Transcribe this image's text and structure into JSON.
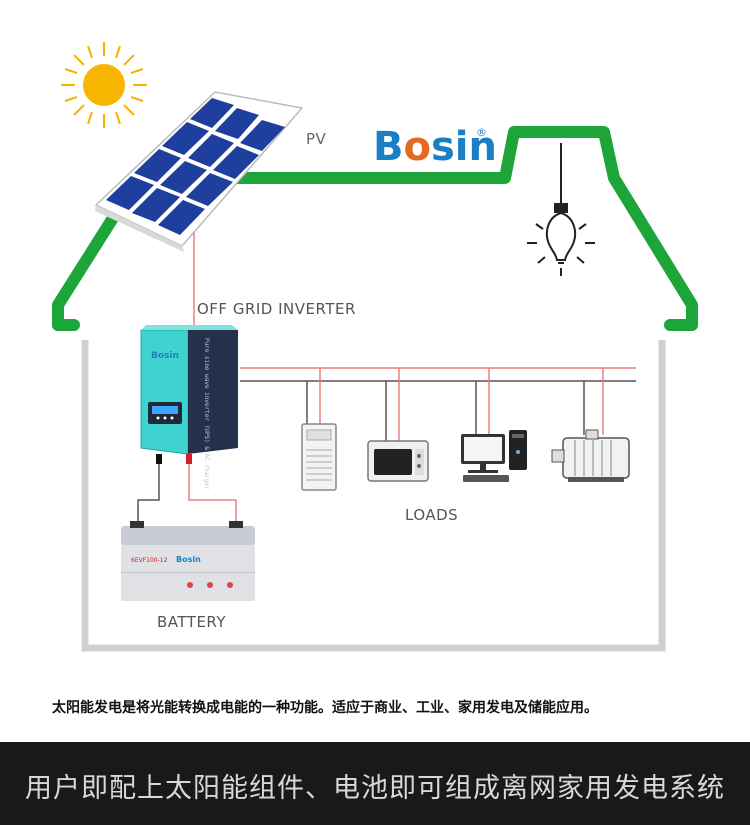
{
  "labels": {
    "pv": "PV",
    "inverter": "OFF GRID INVERTER",
    "loads": "LOADS",
    "battery": "BATTERY"
  },
  "brand": {
    "logo_prefix": "B",
    "logo_o": "o",
    "logo_suffix": "sin",
    "registered": "®",
    "inverter_brand": "Bosin",
    "battery_model": "6EVF100-12",
    "battery_brand": "Bosin"
  },
  "inverter_panel_text": "Pure sine wave inverter (UPS) & AC charger",
  "description": "太阳能发电是将光能转换成电能的一种功能。适应于商业、工业、家用发电及储能应用。",
  "footer": "用户即配上太阳能组件、电池即可组成离网家用发电系统",
  "colors": {
    "roof_green": "#1ea53a",
    "house_outline": "#cfcfcf",
    "panel_cell": "#1f3f9e",
    "sun": "#f5b400",
    "wire_red": "#e02020",
    "brand_blue": "#1b7fc6",
    "brand_orange": "#e46a24",
    "inverter_teal": "#3fd3cf"
  }
}
